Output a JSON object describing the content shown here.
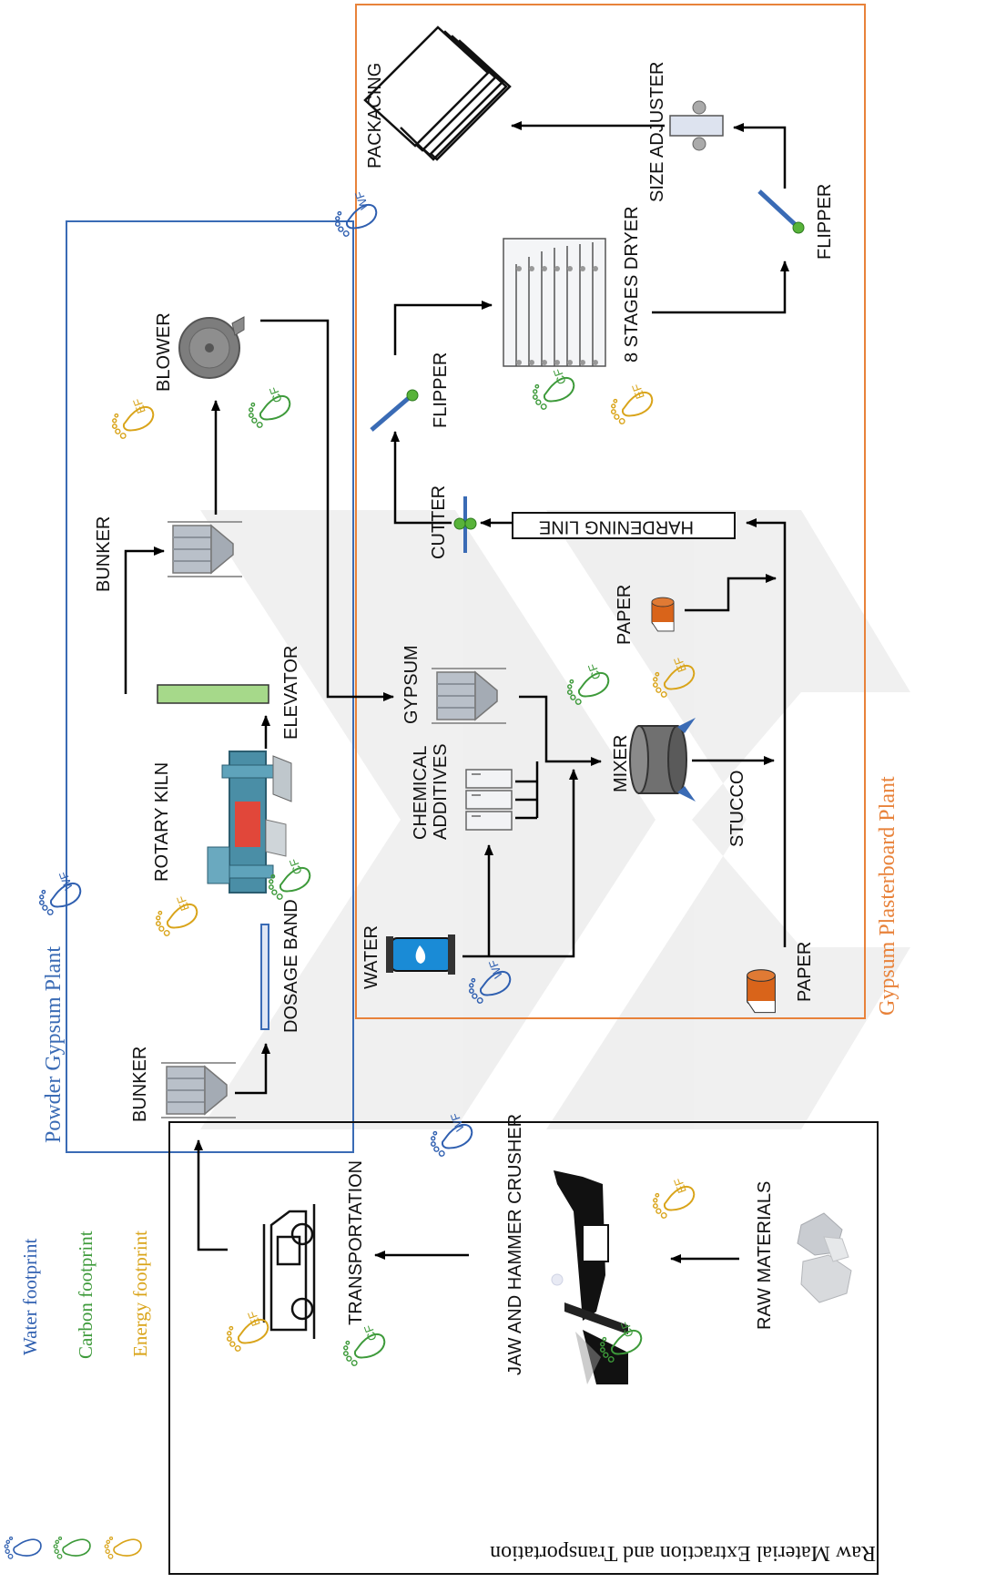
{
  "sections": {
    "powder": "Powder Gypsum Plant",
    "plasterboard": "Gypsum Plasterboard Plant",
    "raw": "Raw Material Extraction and Transportation"
  },
  "legend": {
    "water": "Water footprint",
    "carbon": "Carbon footprint",
    "energy": "Energy footprint"
  },
  "badges": {
    "wf": "WF",
    "cf": "CF",
    "ef": "EF"
  },
  "labels": {
    "bunker_1": "BUNKER",
    "dosage_band": "DOSAGE BAND",
    "rotary_kiln": "ROTARY KILN",
    "elevator": "ELEVATOR",
    "bunker_2": "BUNKER",
    "blower": "BLOWER",
    "packaging": "PACKACING",
    "size_adjuster": "SIZE ADJUSTER",
    "flipper_top": "FLIPPER",
    "dryer": "8 STAGES DRYER",
    "flipper_mid": "FLIPPER",
    "cutter": "CUTTER",
    "hardening_line": "HARDENING LINE",
    "paper_top": "PAPER",
    "gypsum": "GYPSUM",
    "chemical_additives_1": "CHEMICAL",
    "chemical_additives_2": "ADDITIVES",
    "mixer": "MIXER",
    "stucco": "STUCCO",
    "water": "WATER",
    "paper_bottom": "PAPER",
    "transportation": "TRANSPORTATION",
    "crusher": "JAW AND HAMMER CRUSHER",
    "raw_materials": "RAW MATERIALS"
  },
  "colors": {
    "powder_box": "#3a6bb5",
    "plaster_box": "#e8823a",
    "raw_box": "#111111",
    "water_fp": "#2f5fb0",
    "carbon_fp": "#3d9a3a",
    "energy_fp": "#d9a41a"
  }
}
